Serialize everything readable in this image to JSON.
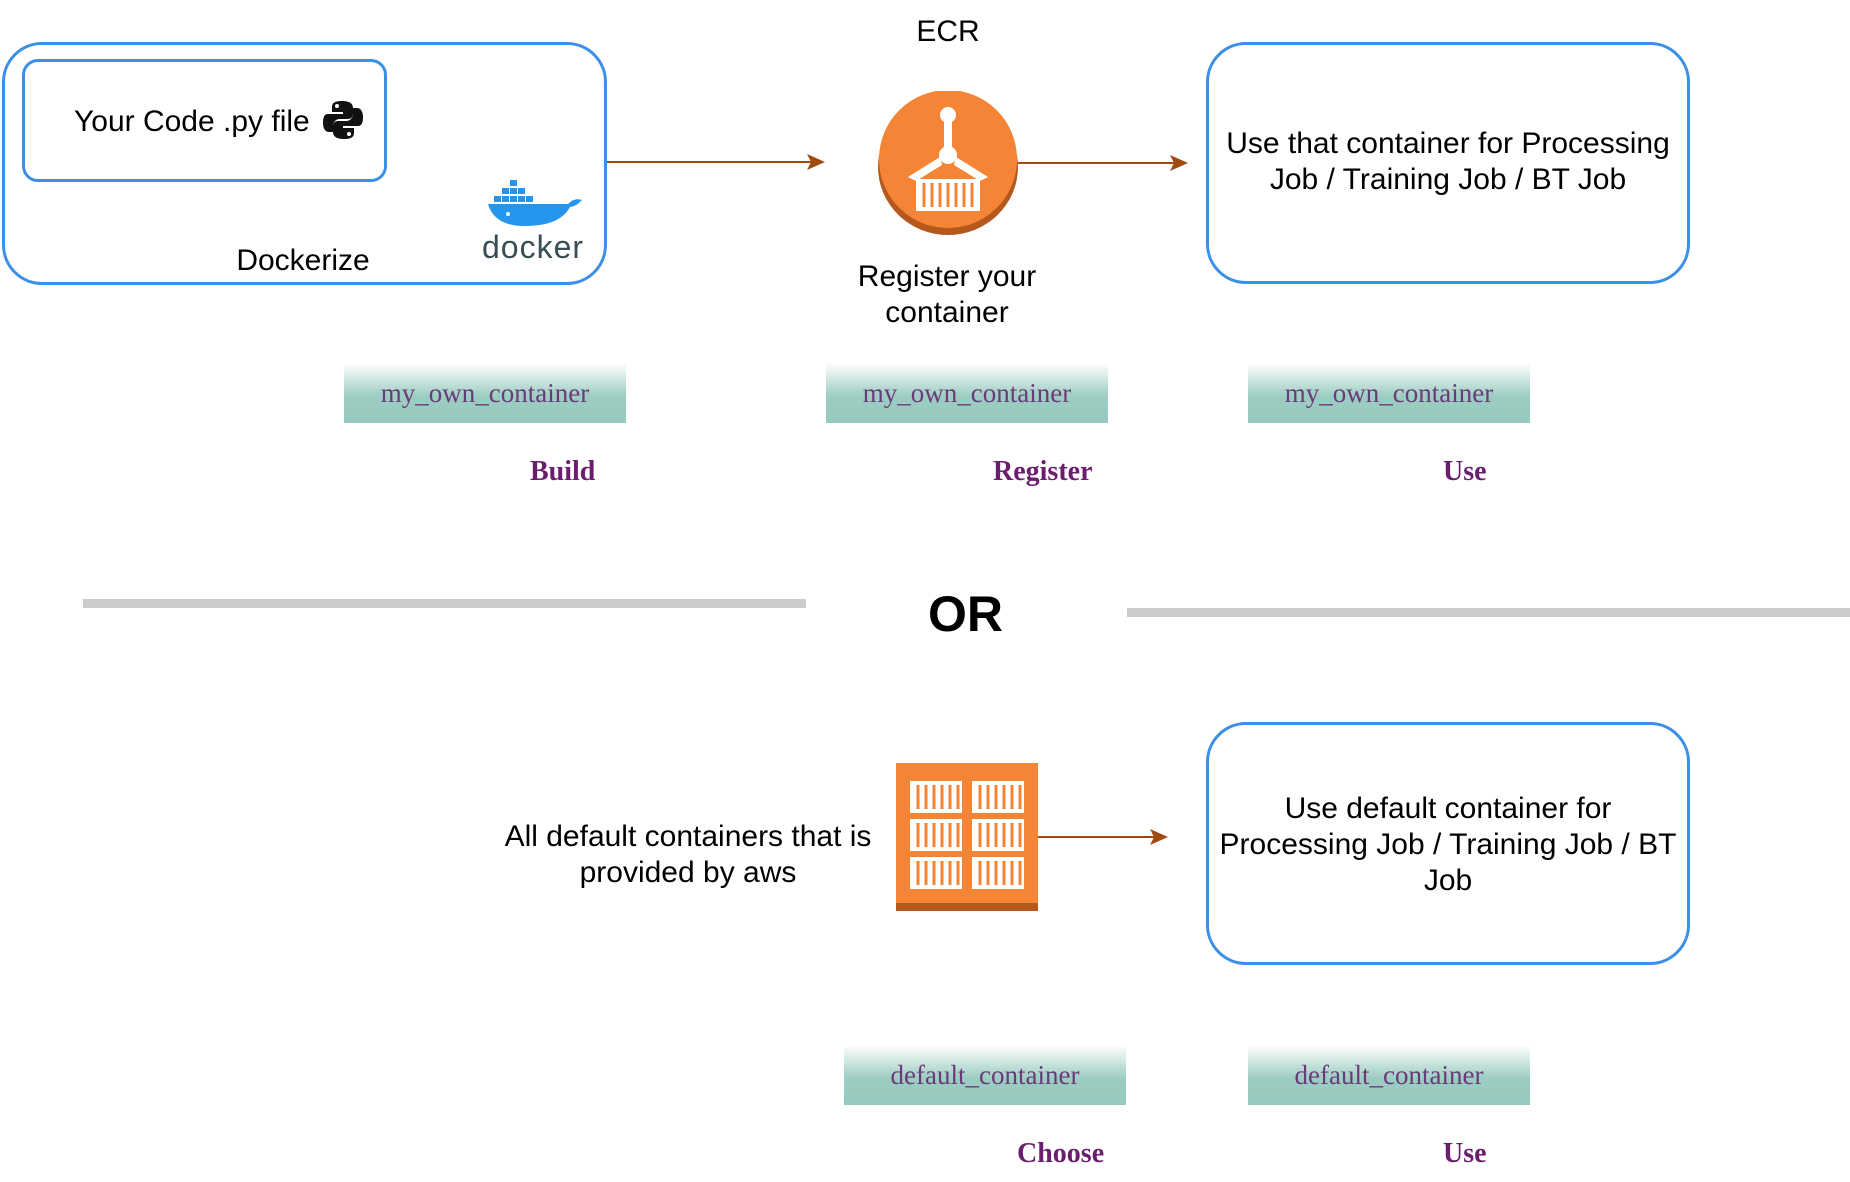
{
  "top_flow": {
    "dockerize_label": "Dockerize",
    "code_label": "Your Code .py file",
    "docker_logo_text": "docker",
    "ecr_title": "ECR",
    "register_label": "Register your container",
    "use_label": "Use that container for Processing Job / Training Job / BT Job",
    "tags": [
      "my_own_container",
      "my_own_container",
      "my_own_container"
    ],
    "steps": [
      "Build",
      "Register",
      "Use"
    ]
  },
  "separator_text": "OR",
  "bottom_flow": {
    "default_label": "All default containers that is provided by aws",
    "use_label": "Use default container for Processing Job / Training Job / BT Job",
    "tags": [
      "default_container",
      "default_container"
    ],
    "steps": [
      "Choose",
      "Use"
    ]
  },
  "colors": {
    "box_border": "#3b8fe6",
    "arrow": "#a14a10",
    "aws_orange": "#f58536",
    "tag_text": "#6b3a78",
    "step_text": "#6b1e6e",
    "separator": "#cccccc"
  },
  "icons": [
    "python-icon",
    "docker-whale-icon",
    "ecr-registry-icon",
    "container-group-icon"
  ]
}
